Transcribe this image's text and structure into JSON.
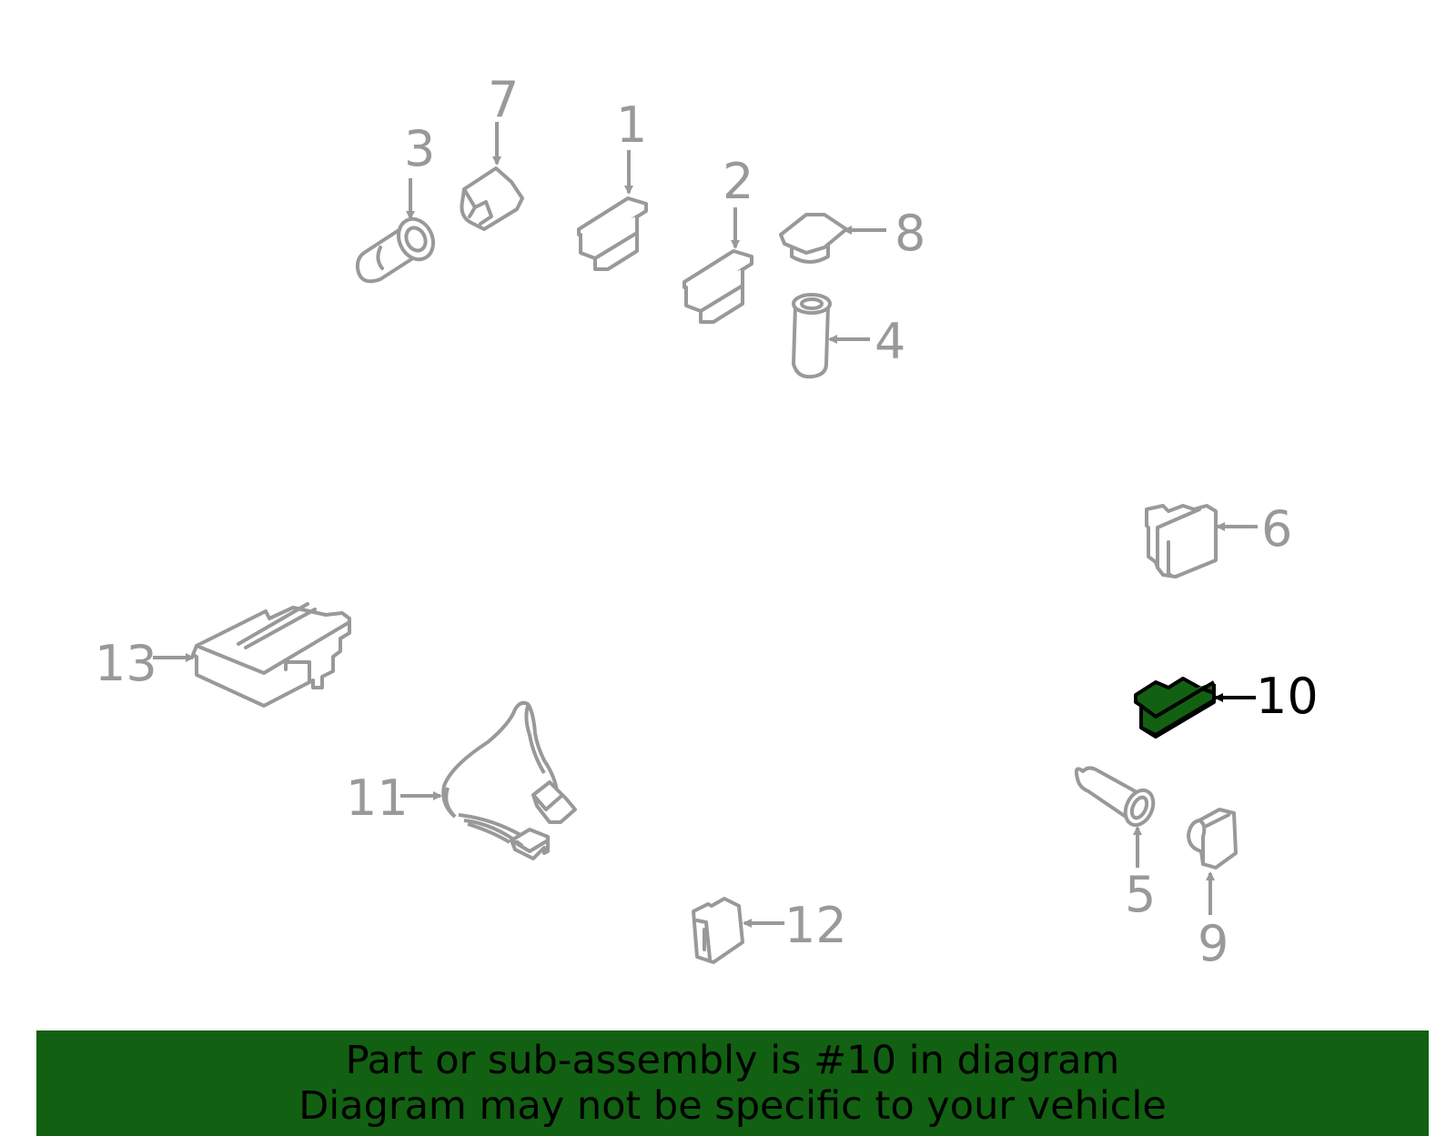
{
  "colors": {
    "line": "#999999",
    "highlight_fill": "#126012",
    "highlight_stroke": "#000000",
    "banner_bg": "#126012",
    "banner_text": "#000000"
  },
  "highlighted_part": "10",
  "callouts": [
    {
      "id": "1",
      "label": "1"
    },
    {
      "id": "2",
      "label": "2"
    },
    {
      "id": "3",
      "label": "3"
    },
    {
      "id": "4",
      "label": "4"
    },
    {
      "id": "5",
      "label": "5"
    },
    {
      "id": "6",
      "label": "6"
    },
    {
      "id": "7",
      "label": "7"
    },
    {
      "id": "8",
      "label": "8"
    },
    {
      "id": "9",
      "label": "9"
    },
    {
      "id": "10",
      "label": "10"
    },
    {
      "id": "11",
      "label": "11"
    },
    {
      "id": "12",
      "label": "12"
    },
    {
      "id": "13",
      "label": "13"
    }
  ],
  "banner": {
    "line1": "Part or sub-assembly is #10 in diagram",
    "line2": "Diagram may not be specific to your vehicle"
  }
}
